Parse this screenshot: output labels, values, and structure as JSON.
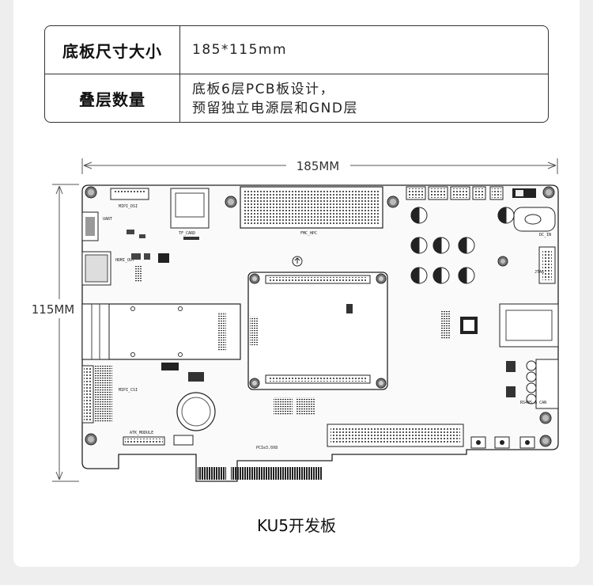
{
  "spec_table": {
    "rows": [
      {
        "label": "底板尺寸大小",
        "value_lines": [
          "185*115mm"
        ]
      },
      {
        "label": "叠层数量",
        "value_lines": [
          "底板6层PCB板设计，",
          "预留独立电源层和GND层"
        ]
      }
    ]
  },
  "dimensions": {
    "width_label": "185MM",
    "height_label": "115MM"
  },
  "silkscreen": {
    "mipi_dsi": "MIPI_DSI",
    "tf_card": "TF_CARD",
    "fmc_hpc": "FMC_HPC",
    "uart": "UART",
    "hdmi_out": "HDMI_OUT",
    "jtag": "JTAG",
    "mipi_csi": "MIPI_CSI",
    "atk_module": "ATK_MODULE",
    "pcie": "PCIe3.0X8",
    "can_label": "RS485 & CAN",
    "dc_in": "DC_IN"
  },
  "caption": "KU5开发板"
}
